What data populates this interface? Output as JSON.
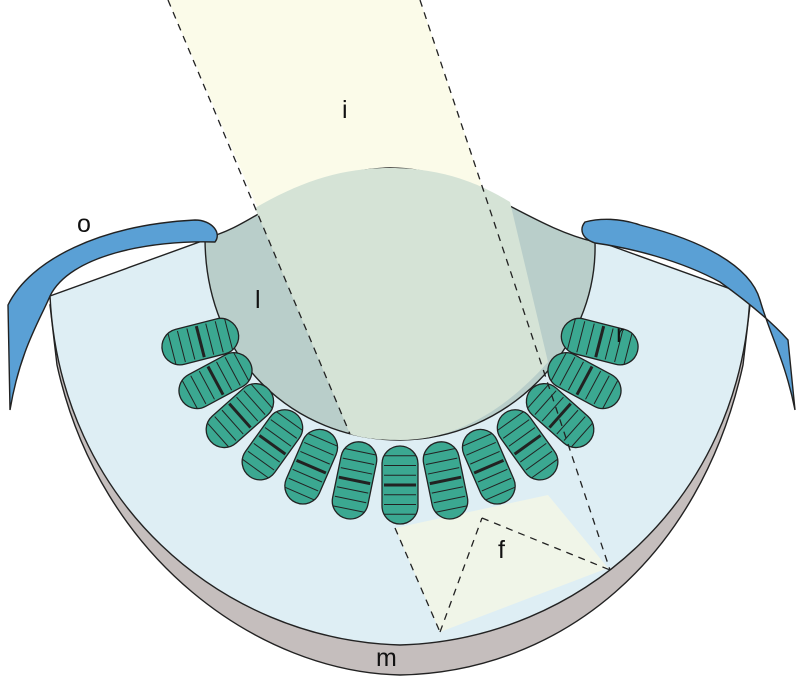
{
  "labels": {
    "i": "i",
    "o": "o",
    "l": "l",
    "r": "r",
    "f": "f",
    "m": "m"
  },
  "colors": {
    "beam": "#fbfbe9",
    "focus": "#f0f5e8",
    "vitreous": "#deeef4",
    "lens": "#b9ceca",
    "lensBeam": "#d5e3d6",
    "membrane": "#c5bebd",
    "outerLayer": "#5aa0d5",
    "receptor": "#3ba891",
    "outline": "#222222"
  },
  "receptor_count": 13
}
